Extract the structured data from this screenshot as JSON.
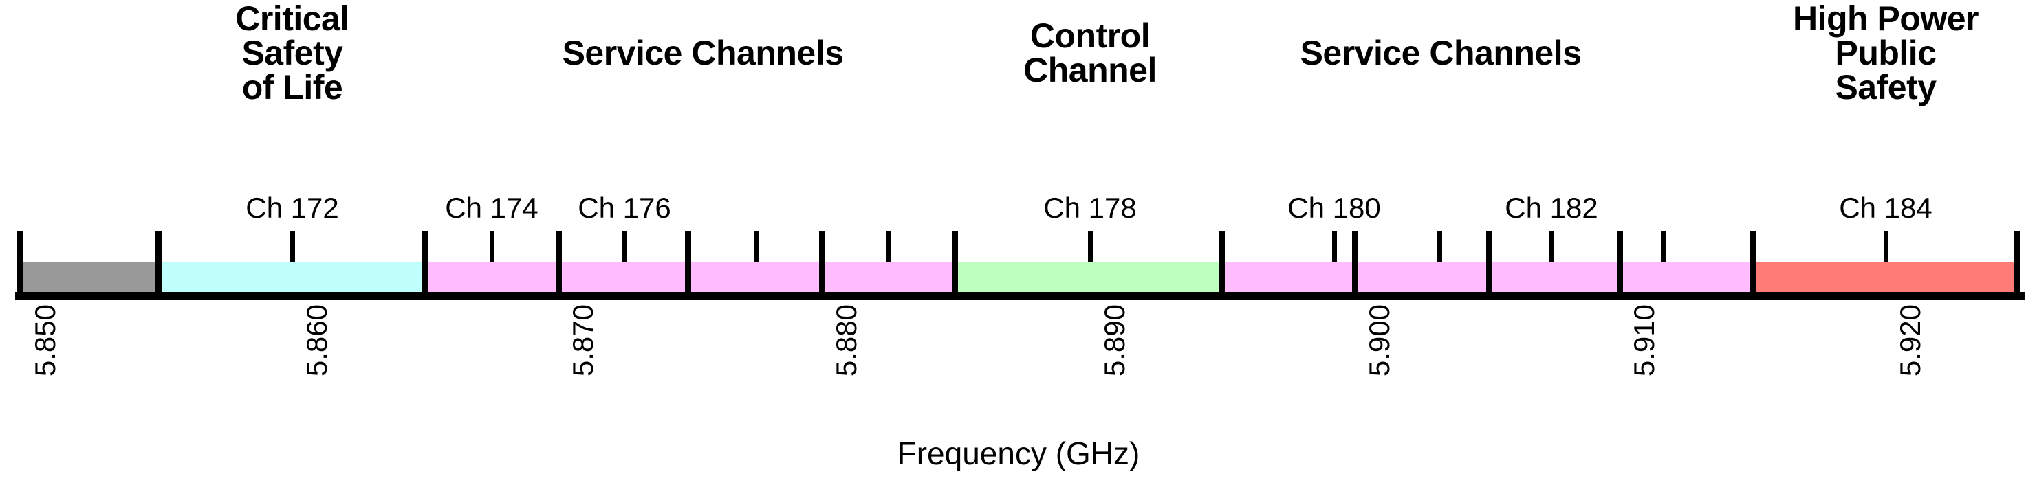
{
  "figure": {
    "axis_title": "Frequency (GHz)"
  },
  "colors": {
    "reserved_gray": "#999999",
    "critical_safety_cyan": "#BFFFFC",
    "service_channel_pink": "#FFBDFF",
    "control_channel_green": "#BFFFBF",
    "high_power_red": "#FF7B78",
    "outline": "#000000",
    "background": "#FFFFFF"
  },
  "chart_data": {
    "type": "bar",
    "title": "",
    "xlabel": "Frequency (GHz)",
    "ylabel": "",
    "xlim": [
      5.8465,
      5.9255
    ],
    "grid": false,
    "legend": "none",
    "orientation": "horizontal-spectrum",
    "axis_tick_labels": [
      "5.850",
      "5.860",
      "5.870",
      "5.880",
      "5.890",
      "5.900",
      "5.910",
      "5.920"
    ],
    "axis_tick_values": [
      5.85,
      5.86,
      5.87,
      5.88,
      5.89,
      5.9,
      5.91,
      5.92
    ],
    "band_groups": [
      {
        "label": "",
        "label_lines": "",
        "start_ghz": 5.8465,
        "end_ghz": 5.85,
        "color": "#999999",
        "channels": []
      },
      {
        "label": "Critical Safety of Life",
        "label_lines": "Critical\nSafety\nof Life",
        "start_ghz": 5.85,
        "end_ghz": 5.86,
        "color": "#BFFFFC",
        "channels": [
          "Ch 172"
        ]
      },
      {
        "label": "Service Channels",
        "label_lines": "Service Channels",
        "start_ghz": 5.86,
        "end_ghz": 5.885,
        "color": "#FFBDFF",
        "channels": [
          "Ch 174",
          "Ch 176"
        ]
      },
      {
        "label": "Control Channel",
        "label_lines": "Control\nChannel",
        "start_ghz": 5.885,
        "end_ghz": 5.895,
        "color": "#BFFFBF",
        "channels": [
          "Ch 178"
        ]
      },
      {
        "label": "Service Channels",
        "label_lines": "Service Channels",
        "start_ghz": 5.895,
        "end_ghz": 5.915,
        "color": "#FFBDFF",
        "channels": [
          "Ch 180",
          "Ch 182"
        ]
      },
      {
        "label": "High Power Public Safety",
        "label_lines": "High Power\nPublic\nSafety",
        "start_ghz": 5.915,
        "end_ghz": 5.9255,
        "color": "#FF7B78",
        "channels": [
          "Ch 184"
        ]
      }
    ],
    "channel_labels": [
      "Ch 172",
      "Ch 174",
      "Ch 176",
      "Ch 178",
      "Ch 180",
      "Ch 182",
      "Ch 184"
    ],
    "channel_center_ghz": [
      5.86,
      5.87,
      5.88,
      5.89,
      5.9,
      5.91,
      5.92
    ]
  },
  "band_labels": [
    {
      "text": "Critical\nSafety\nof Life"
    },
    {
      "text": "Service Channels"
    },
    {
      "text": "Control\nChannel"
    },
    {
      "text": "Service Channels"
    },
    {
      "text": "High Power\nPublic\nSafety"
    }
  ],
  "channels": [
    {
      "text": "Ch 172"
    },
    {
      "text": "Ch 174"
    },
    {
      "text": "Ch 176"
    },
    {
      "text": "Ch 178"
    },
    {
      "text": "Ch 180"
    },
    {
      "text": "Ch 182"
    },
    {
      "text": "Ch 184"
    }
  ],
  "freq_ticks": [
    {
      "text": "5.850"
    },
    {
      "text": "5.860"
    },
    {
      "text": "5.870"
    },
    {
      "text": "5.880"
    },
    {
      "text": "5.890"
    },
    {
      "text": "5.900"
    },
    {
      "text": "5.910"
    },
    {
      "text": "5.920"
    }
  ]
}
